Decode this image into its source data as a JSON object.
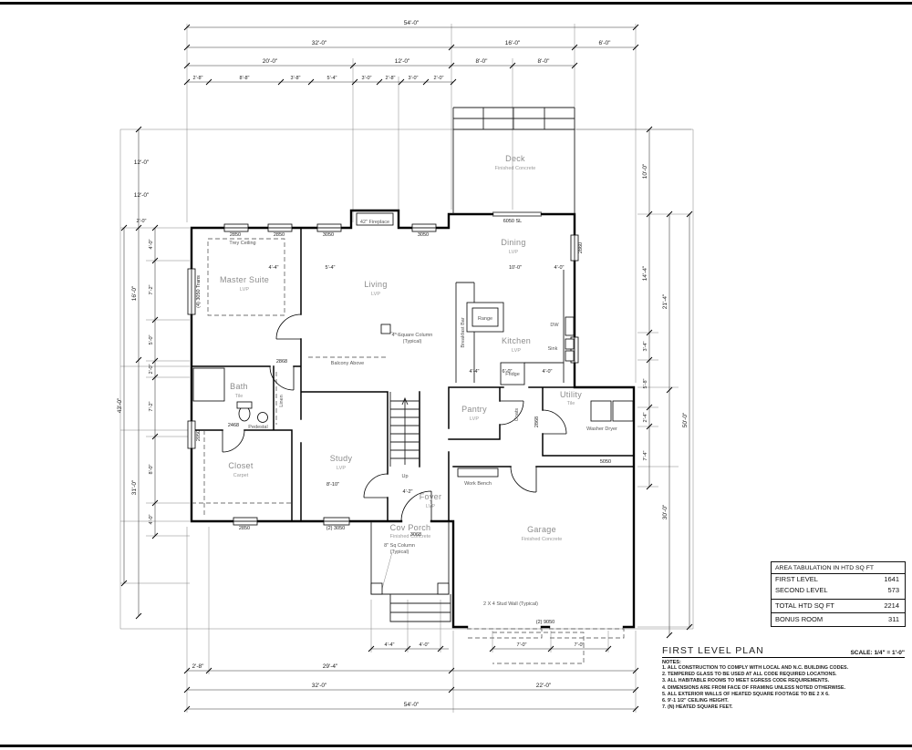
{
  "sheet": {
    "title": "FIRST LEVEL PLAN",
    "scale": "SCALE: 1/4\" = 1'-0\"",
    "notes_heading": "NOTES:",
    "notes": [
      "1. ALL CONSTRUCTION TO COMPLY WITH LOCAL AND N.C. BUILDING CODES.",
      "2. TEMPERED GLASS TO BE USED AT ALL CODE REQUIRED LOCATIONS.",
      "3. ALL HABITABLE ROOMS TO MEET EGRESS CODE REQUIREMENTS.",
      "4. DIMENSIONS ARE FROM FACE OF FRAMING UNLESS NOTED OTHERWISE.",
      "5. ALL EXTERIOR WALLS OF HEATED SQUARE FOOTAGE TO BE 2 X 6.",
      "6. 9'-1 1/2\" CEILING HEIGHT.",
      "7. (N) HEATED SQUARE FEET."
    ]
  },
  "area_table": {
    "title": "AREA TABULATION IN HTD SQ FT",
    "rows": [
      {
        "label": "FIRST LEVEL",
        "value": "1641"
      },
      {
        "label": "SECOND LEVEL",
        "value": "573"
      },
      {
        "label": "TOTAL HTD SQ FT",
        "value": "2214"
      },
      {
        "label": "BONUS ROOM",
        "value": "311"
      }
    ]
  },
  "rooms": [
    {
      "name": "Master Suite",
      "finish": "LVP"
    },
    {
      "name": "Living",
      "finish": "LVP"
    },
    {
      "name": "Dining",
      "finish": "LVP"
    },
    {
      "name": "Kitchen",
      "finish": "LVP"
    },
    {
      "name": "Deck",
      "finish": "Finished Concrete"
    },
    {
      "name": "Bath",
      "finish": "Tile"
    },
    {
      "name": "Closet",
      "finish": "Carpet"
    },
    {
      "name": "Study",
      "finish": "LVP"
    },
    {
      "name": "Foyer",
      "finish": "LVP"
    },
    {
      "name": "Pantry",
      "finish": "LVP"
    },
    {
      "name": "Utility",
      "finish": "Tile"
    },
    {
      "name": "Cov Porch",
      "finish": "Finished Concrete"
    },
    {
      "name": "Garage",
      "finish": "Finished Concrete"
    }
  ],
  "dims": [
    "54'-0\"",
    "32'-0\"",
    "16'-0\"",
    "6'-0\"",
    "20'-0\"",
    "12'-0\"",
    "8'-0\"",
    "8'-0\"",
    "2'-8\"",
    "8'-8\"",
    "3'-8\"",
    "5'-4\"",
    "3'-0\"",
    "2'-8\"",
    "3'-0\"",
    "2'-0\"",
    "4'-4\"",
    "4'-0\"",
    "7'-0\"",
    "7'-0\"",
    "2'-8\"",
    "29'-4\"",
    "32'-0\"",
    "22'-0\"",
    "54'-0\"",
    "12'-0\"",
    "12'-0\"",
    "2'-0\"",
    "43'-0\"",
    "16'-0\"",
    "31'-0\"",
    "4'-0\"",
    "7'-2\"",
    "5'-0\"",
    "2'-0\"",
    "7'-2\"",
    "8'-0\"",
    "4'-0\"",
    "10'-0\"",
    "14'-4\"",
    "3'-4\"",
    "5'-8\"",
    "2'-4\"",
    "7'-4\"",
    "21'-4\"",
    "30'-0\"",
    "50'-0\"",
    "4'-4\"",
    "5'-4\"",
    "10'-0\"",
    "4'-0\"",
    "4'-4\"",
    "6'-0\"",
    "4'-0\"",
    "8'-10\"",
    "4'-2\""
  ],
  "tags": [
    "2850",
    "2850",
    "3050",
    "3050",
    "6050 SL",
    "2860",
    "(4) 3050 Trans",
    "2050",
    "2850",
    "(2) 3050",
    "2868",
    "2468",
    "2868",
    "5050",
    "(2) 9050",
    "3068"
  ],
  "ann": [
    "Trey Ceiling",
    "42\" Fireplace",
    "Balcony Above",
    "4\" Square Column",
    "(Typical)",
    "Breakfast Bar",
    "Range",
    "Fridge",
    "Sink",
    "DW",
    "Washer Dryer",
    "Work Bench",
    "Coats",
    "Linen",
    "Pedestal",
    "8\" Sq Column",
    "(Typical)",
    "2 X 4 Stud Wall (Typical)",
    "Up"
  ]
}
